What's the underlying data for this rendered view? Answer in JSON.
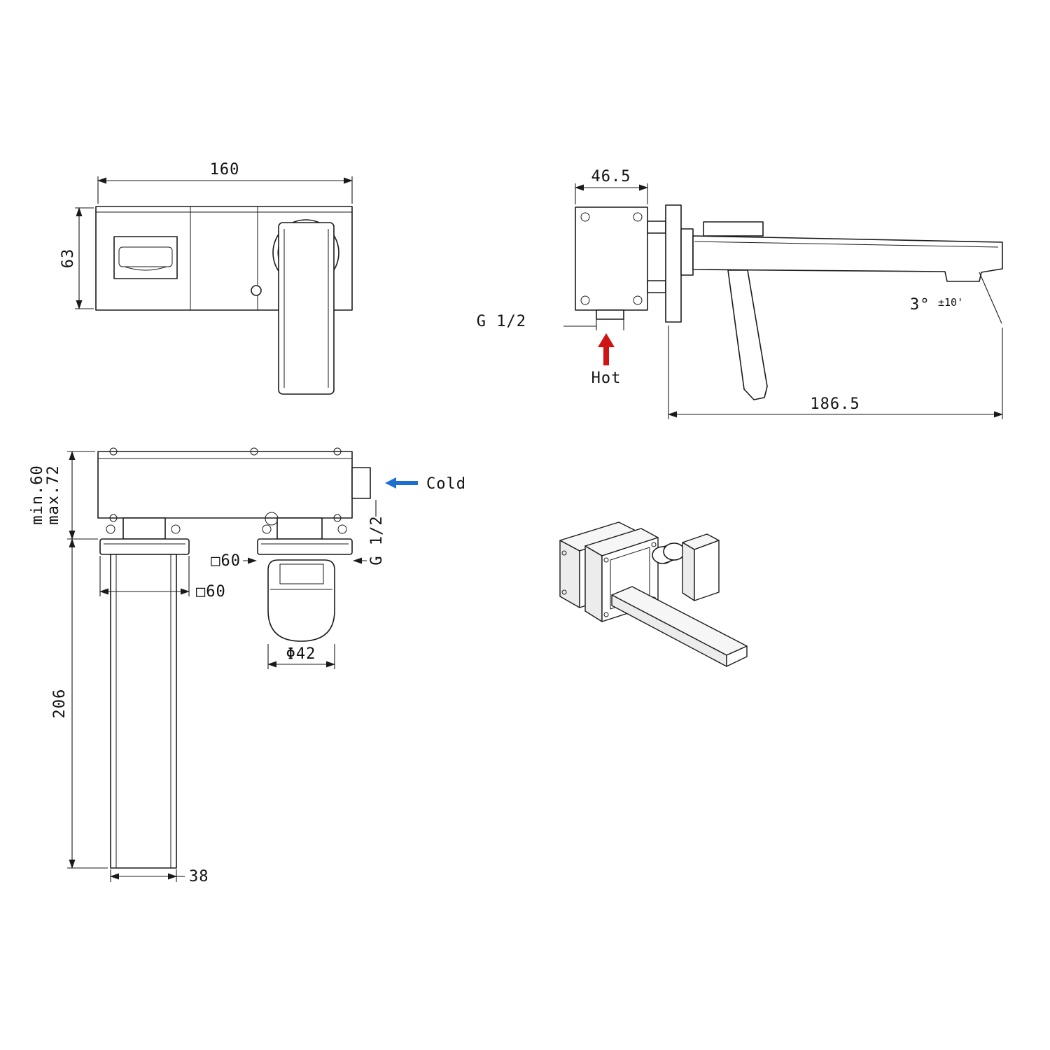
{
  "colors": {
    "line": "#1a1a1a",
    "hot": "#cf1414",
    "cold": "#1d6fd1"
  },
  "front_view": {
    "width": "160",
    "height": "63"
  },
  "side_view": {
    "depth": "46.5",
    "inlet_thread": "G 1/2",
    "hot_label": "Hot",
    "angle": "3°",
    "angle_tolerance": "±10'",
    "spout_reach": "186.5"
  },
  "plan_view": {
    "cold_label": "Cold",
    "inlet_thread": "G 1/2",
    "handle_escutcheon_size": "□60",
    "spout_escutcheon_size": "□60",
    "wall_depth_min": "min.60",
    "wall_depth_max": "max.72",
    "spout_length": "206",
    "spout_width": "38",
    "handle_diameter": "Φ42"
  }
}
